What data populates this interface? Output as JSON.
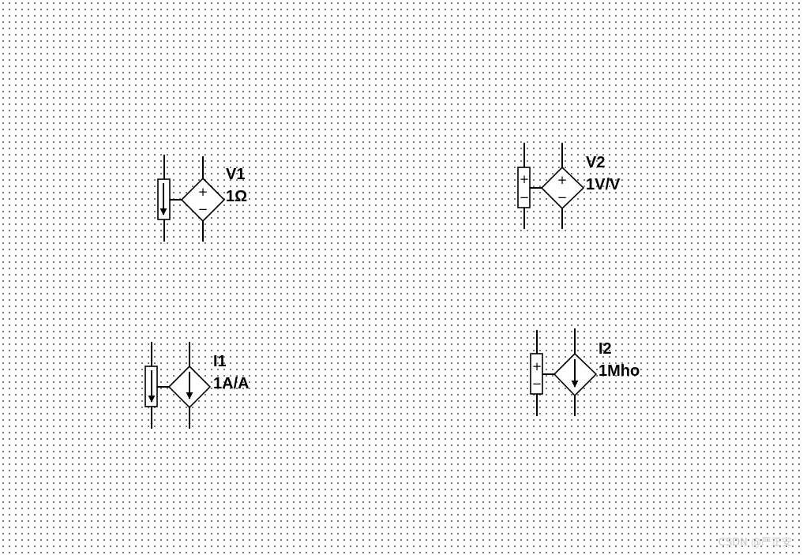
{
  "components": [
    {
      "id": "ccvs",
      "kind": "current-controlled-voltage-source",
      "sense": "current",
      "output": "voltage",
      "name": "V1",
      "value": "1Ω"
    },
    {
      "id": "vcvs",
      "kind": "voltage-controlled-voltage-source",
      "sense": "voltage",
      "output": "voltage",
      "name": "V2",
      "value": "1V/V"
    },
    {
      "id": "cccs",
      "kind": "current-controlled-current-source",
      "sense": "current",
      "output": "current",
      "name": "I1",
      "value": "1A/A"
    },
    {
      "id": "vccs",
      "kind": "voltage-controlled-current-source",
      "sense": "voltage",
      "output": "current",
      "name": "I2",
      "value": "1Mho"
    }
  ],
  "symbols": {
    "plus": "+",
    "minus": "−"
  },
  "watermark": "CSDN @严正安",
  "colors": {
    "background": "#ffffff",
    "grid_dot": "#555555",
    "stroke": "#000000",
    "watermark": "#c8c8c8"
  }
}
